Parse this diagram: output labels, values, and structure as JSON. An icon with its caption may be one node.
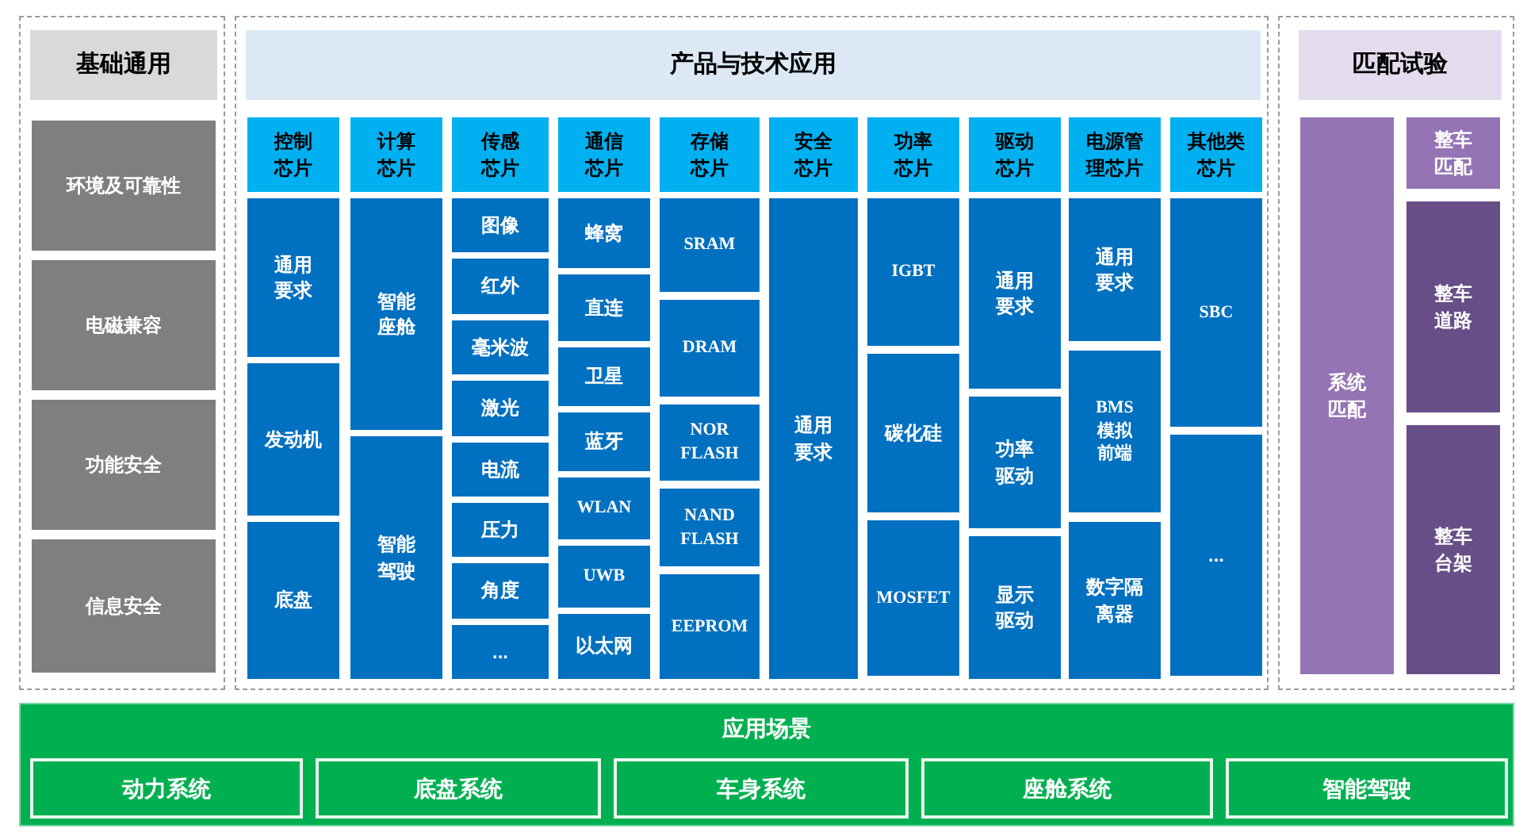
{
  "diagram": {
    "nodes": [
      {
        "text": [],
        "shape": "box"
      },
      {
        "text": [
          "基础通用"
        ],
        "in": 0
      },
      {
        "text": [
          "环境及可靠性"
        ],
        "in": 0
      },
      {
        "text": [
          "电磁兼容"
        ],
        "in": 0
      },
      {
        "text": [
          "功能安全"
        ],
        "in": 0
      },
      {
        "text": [
          "信息安全"
        ],
        "in": 0
      },
      {
        "text": [],
        "shape": "box"
      },
      {
        "text": [
          "产品与技术应用"
        ],
        "in": 6
      },
      {
        "text": [
          "控制芯片"
        ],
        "in": 6
      },
      {
        "text": [
          "通用要求"
        ],
        "in": 6
      },
      {
        "text": [
          "发动机"
        ],
        "in": 6
      },
      {
        "text": [
          "底盘"
        ],
        "in": 6
      },
      {
        "text": [
          "计算芯片"
        ],
        "in": 6
      },
      {
        "text": [
          "智能座舱"
        ],
        "in": 6
      },
      {
        "text": [
          "智能驾驶"
        ],
        "in": 6
      },
      {
        "text": [
          "传感芯片"
        ],
        "in": 6
      },
      {
        "text": [
          "图像"
        ],
        "in": 6
      },
      {
        "text": [
          "红外"
        ],
        "in": 6
      },
      {
        "text": [
          "毫米波"
        ],
        "in": 6
      },
      {
        "text": [
          "激光"
        ],
        "in": 6
      },
      {
        "text": [
          "电流"
        ],
        "in": 6
      },
      {
        "text": [
          "压力"
        ],
        "in": 6
      },
      {
        "text": [
          "角度"
        ],
        "in": 6
      },
      {
        "text": [
          "..."
        ],
        "in": 6
      },
      {
        "text": [
          "通信芯片"
        ],
        "in": 6
      },
      {
        "text": [
          "蜂窝"
        ],
        "in": 6
      },
      {
        "text": [
          "直连"
        ],
        "in": 6
      },
      {
        "text": [
          "卫星"
        ],
        "in": 6
      },
      {
        "text": [
          "蓝牙"
        ],
        "in": 6
      },
      {
        "text": [
          "WLAN"
        ],
        "in": 6
      },
      {
        "text": [
          "UWB"
        ],
        "in": 6
      },
      {
        "text": [
          "以太网"
        ],
        "in": 6
      },
      {
        "text": [
          "存储芯片"
        ],
        "in": 6
      },
      {
        "text": [
          "SRAM"
        ],
        "in": 6
      },
      {
        "text": [
          "DRAM"
        ],
        "in": 6
      },
      {
        "text": [
          "NOR FLASH"
        ],
        "in": 6
      },
      {
        "text": [
          "NAND FLASH"
        ],
        "in": 6
      },
      {
        "text": [
          "EEPROM"
        ],
        "in": 6
      },
      {
        "text": [
          "安全芯片"
        ],
        "in": 6
      },
      {
        "text": [
          "通用要求"
        ],
        "in": 6
      },
      {
        "text": [
          "功率芯片"
        ],
        "in": 6
      },
      {
        "text": [
          "IGBT"
        ],
        "in": 6
      },
      {
        "text": [
          "碳化硅"
        ],
        "in": 6
      },
      {
        "text": [
          "MOSFET"
        ],
        "in": 6
      },
      {
        "text": [
          "驱动芯片"
        ],
        "in": 6
      },
      {
        "text": [
          "通用要求"
        ],
        "in": 6
      },
      {
        "text": [
          "功率驱动"
        ],
        "in": 6
      },
      {
        "text": [
          "显示驱动"
        ],
        "in": 6
      },
      {
        "text": [
          "电源管理芯片"
        ],
        "in": 6
      },
      {
        "text": [
          "通用要求"
        ],
        "in": 6
      },
      {
        "text": [
          "BMS 模拟前端"
        ],
        "in": 6
      },
      {
        "text": [
          "数字隔离器"
        ],
        "in": 6
      },
      {
        "text": [
          "其他类芯片"
        ],
        "in": 6
      },
      {
        "text": [
          "SBC"
        ],
        "in": 6
      },
      {
        "text": [
          "..."
        ],
        "in": 6
      },
      {
        "text": [],
        "shape": "box"
      },
      {
        "text": [
          "匹配试验"
        ],
        "in": 55
      },
      {
        "text": [
          "系统匹配"
        ],
        "in": 55
      },
      {
        "text": [
          "整车匹配"
        ],
        "in": 55
      },
      {
        "text": [
          "整车道路"
        ],
        "in": 55
      },
      {
        "text": [
          "整车台架"
        ],
        "in": 55
      },
      {
        "text": [
          "应用场景"
        ]
      },
      {
        "text": [
          "动力系统"
        ],
        "in": 61
      },
      {
        "text": [
          "底盘系统"
        ],
        "in": 61
      },
      {
        "text": [
          "车身系统"
        ],
        "in": 61
      },
      {
        "text": [
          "座舱系统"
        ],
        "in": 61
      },
      {
        "text": [
          "智能驾驶"
        ],
        "in": 61
      }
    ]
  }
}
